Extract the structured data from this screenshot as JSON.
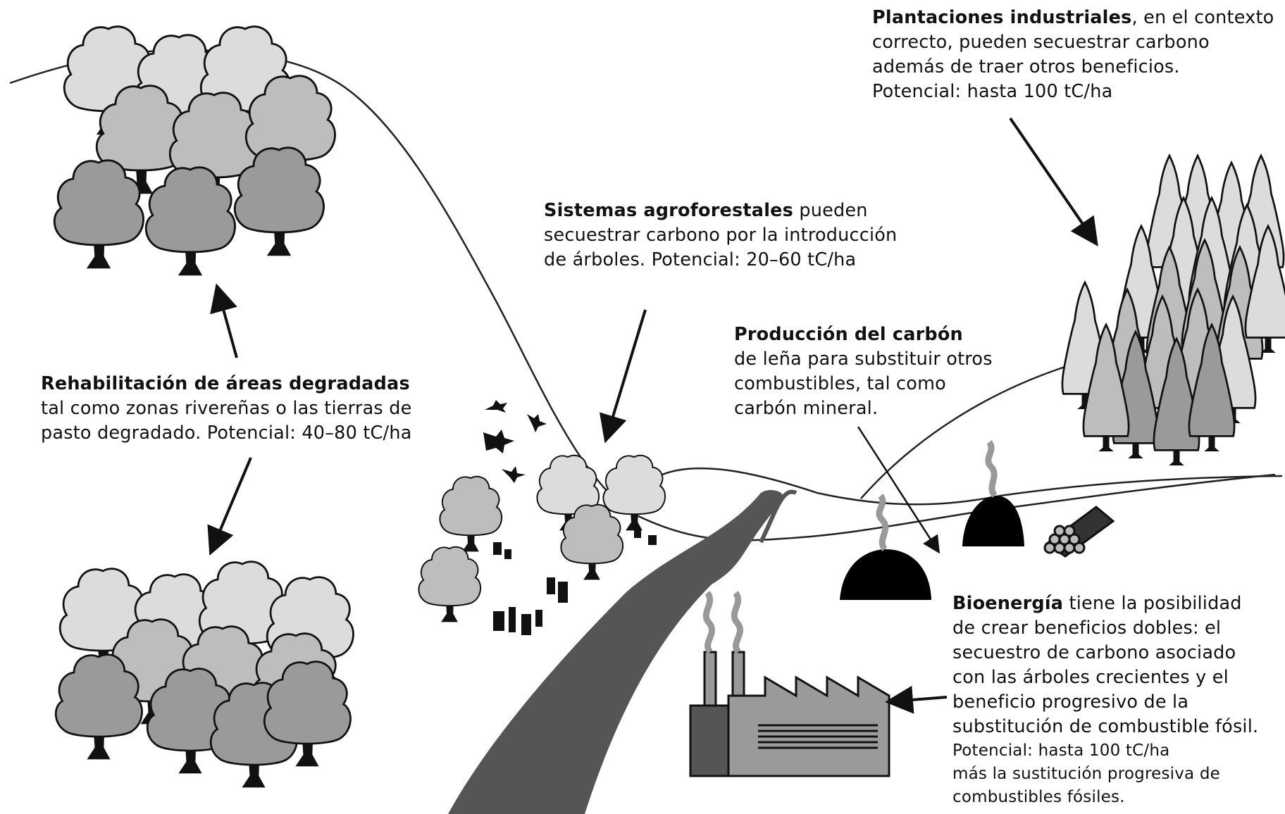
{
  "plantaciones": {
    "title": "Plantaciones industriales",
    "text": ", en el contexto correcto, pueden secuestrar carbono además de traer otros beneficios.",
    "potential": "Potencial: hasta 100 tC/ha"
  },
  "agroforestales": {
    "title": "Sistemas agroforestales",
    "text": " pueden secuestrar carbono por la introducción de árboles.",
    "potential": "Potencial: 20–60 tC/ha"
  },
  "carbon": {
    "title": "Producción del carbón",
    "text": "de leña para substituir otros combustibles, tal como carbón mineral."
  },
  "rehabilitacion": {
    "title": "Rehabilitación de áreas degradadas",
    "text": "tal como zonas rivereñas o las tierras de pasto degradado.",
    "potential": "Potencial: 40–80 tC/ha"
  },
  "bioenergia": {
    "title": "Bioenergía",
    "text": " tiene la posibilidad de crear beneficios dobles: el secuestro de carbono asociado con las árboles crecientes y el beneficio progresivo de la substitución de combustible fósil.",
    "potential": "Potencial: hasta 100 tC/ha",
    "extra": "más la sustitución progresiva de combustibles fósiles."
  },
  "colors": {
    "tree_light": "#dcdcdc",
    "tree_mid": "#bdbdbd",
    "tree_dark": "#9a9a9a",
    "river": "#555555",
    "kiln": "#000000",
    "factory": "#9a9a9a"
  }
}
